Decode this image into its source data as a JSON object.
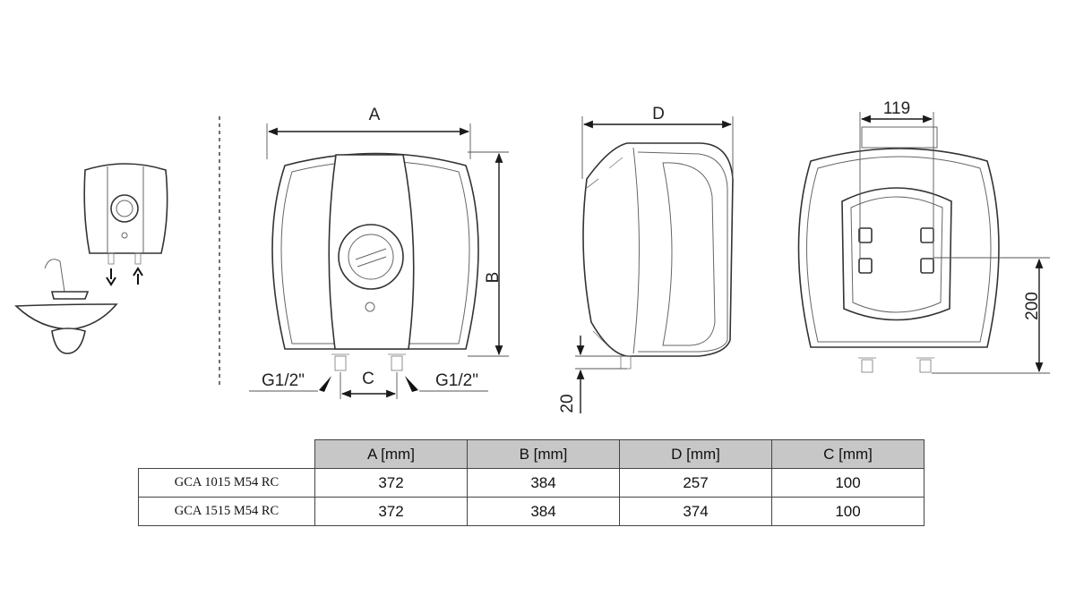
{
  "dimensions": {
    "a": "A",
    "b": "B",
    "c": "C",
    "d": "D",
    "width_119": "119",
    "height_200": "200",
    "height_20": "20",
    "thread_left": "G1/2\"",
    "thread_right": "G1/2\""
  },
  "table": {
    "headers": [
      "A [mm]",
      "B [mm]",
      "D [mm]",
      "C [mm]"
    ],
    "rows": [
      {
        "model": "GCA 1015 M54 RC",
        "values": [
          "372",
          "384",
          "257",
          "100"
        ]
      },
      {
        "model": "GCA 1515 M54 RC",
        "values": [
          "372",
          "384",
          "374",
          "100"
        ]
      }
    ]
  }
}
